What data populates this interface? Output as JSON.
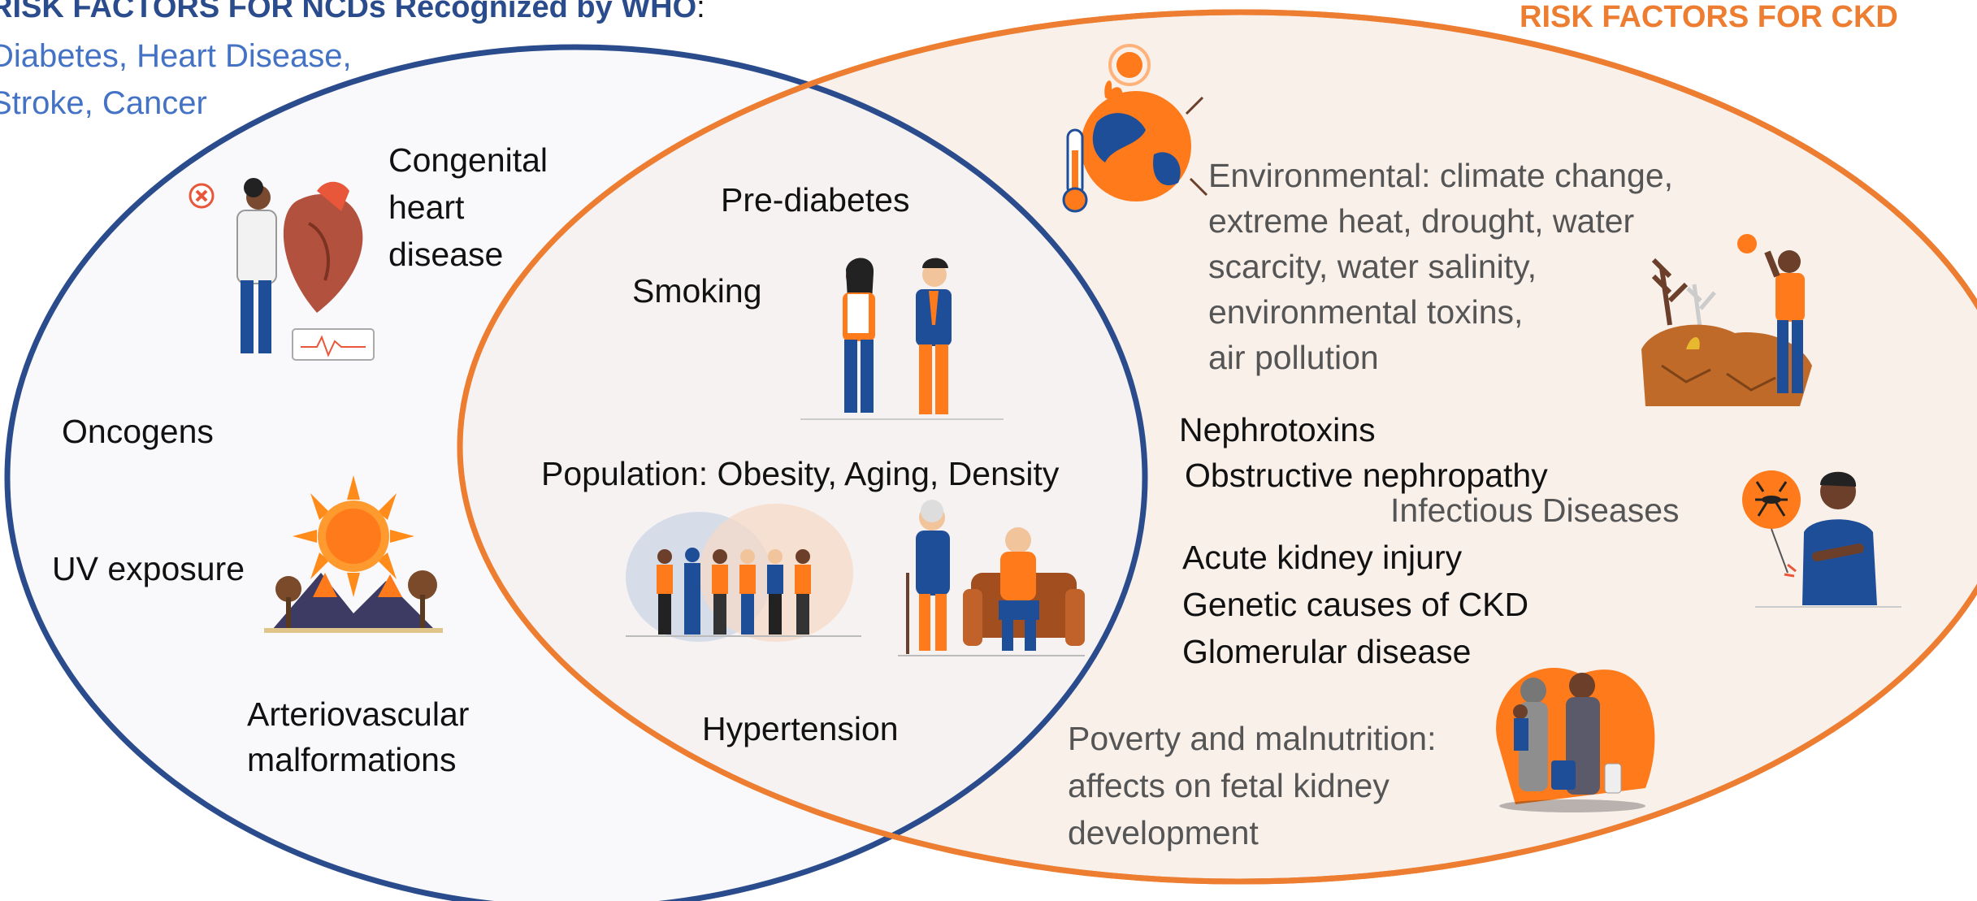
{
  "colors": {
    "ncd_circle": "#2B4C8C",
    "ckd_circle": "#ED7D31",
    "ncd_header": "#2B4C8C",
    "ncd_list": "#4472C4",
    "ckd_header": "#ED7D31",
    "body_text": "#111111",
    "muted_text": "#555555"
  },
  "ncd_header": {
    "title": "RISK FACTORS FOR NCDs Recognized by WHO",
    "colon": ":"
  },
  "ncd_list": {
    "line1": "Diabetes, Heart Disease,",
    "line2": "Stroke, Cancer"
  },
  "ckd_header": {
    "title": "RISK FACTORS FOR CKD"
  },
  "ncd_only": {
    "congenital": [
      "Congenital",
      "heart",
      "disease"
    ],
    "oncogens": "Oncogens",
    "uv": "UV exposure",
    "arterio": [
      "Arteriovascular",
      "malformations"
    ]
  },
  "overlap": {
    "prediabetes": "Pre-diabetes",
    "smoking": "Smoking",
    "population": "Population: Obesity, Aging, Density",
    "hypertension": "Hypertension"
  },
  "ckd_only": {
    "environmental": [
      "Environmental: climate change,",
      "extreme heat, drought, water",
      "scarcity, water salinity,",
      "environmental toxins,",
      "air pollution"
    ],
    "nephrotoxins": "Nephrotoxins",
    "obstructive": "Obstructive nephropathy",
    "infectious": "Infectious Diseases",
    "aki": "Acute kidney injury",
    "genetic": "Genetic causes of CKD",
    "glomerular": "Glomerular disease",
    "poverty": [
      "Poverty and malnutrition:",
      "affects on fetal kidney",
      "development"
    ]
  },
  "icons": [
    "doctor-heart-icon",
    "sun-fire-icon",
    "two-people-talking-icon",
    "crowd-icon",
    "elderly-couple-icon",
    "burning-earth-icon",
    "drought-person-icon",
    "mosquito-sick-person-icon",
    "refugee-family-icon"
  ]
}
